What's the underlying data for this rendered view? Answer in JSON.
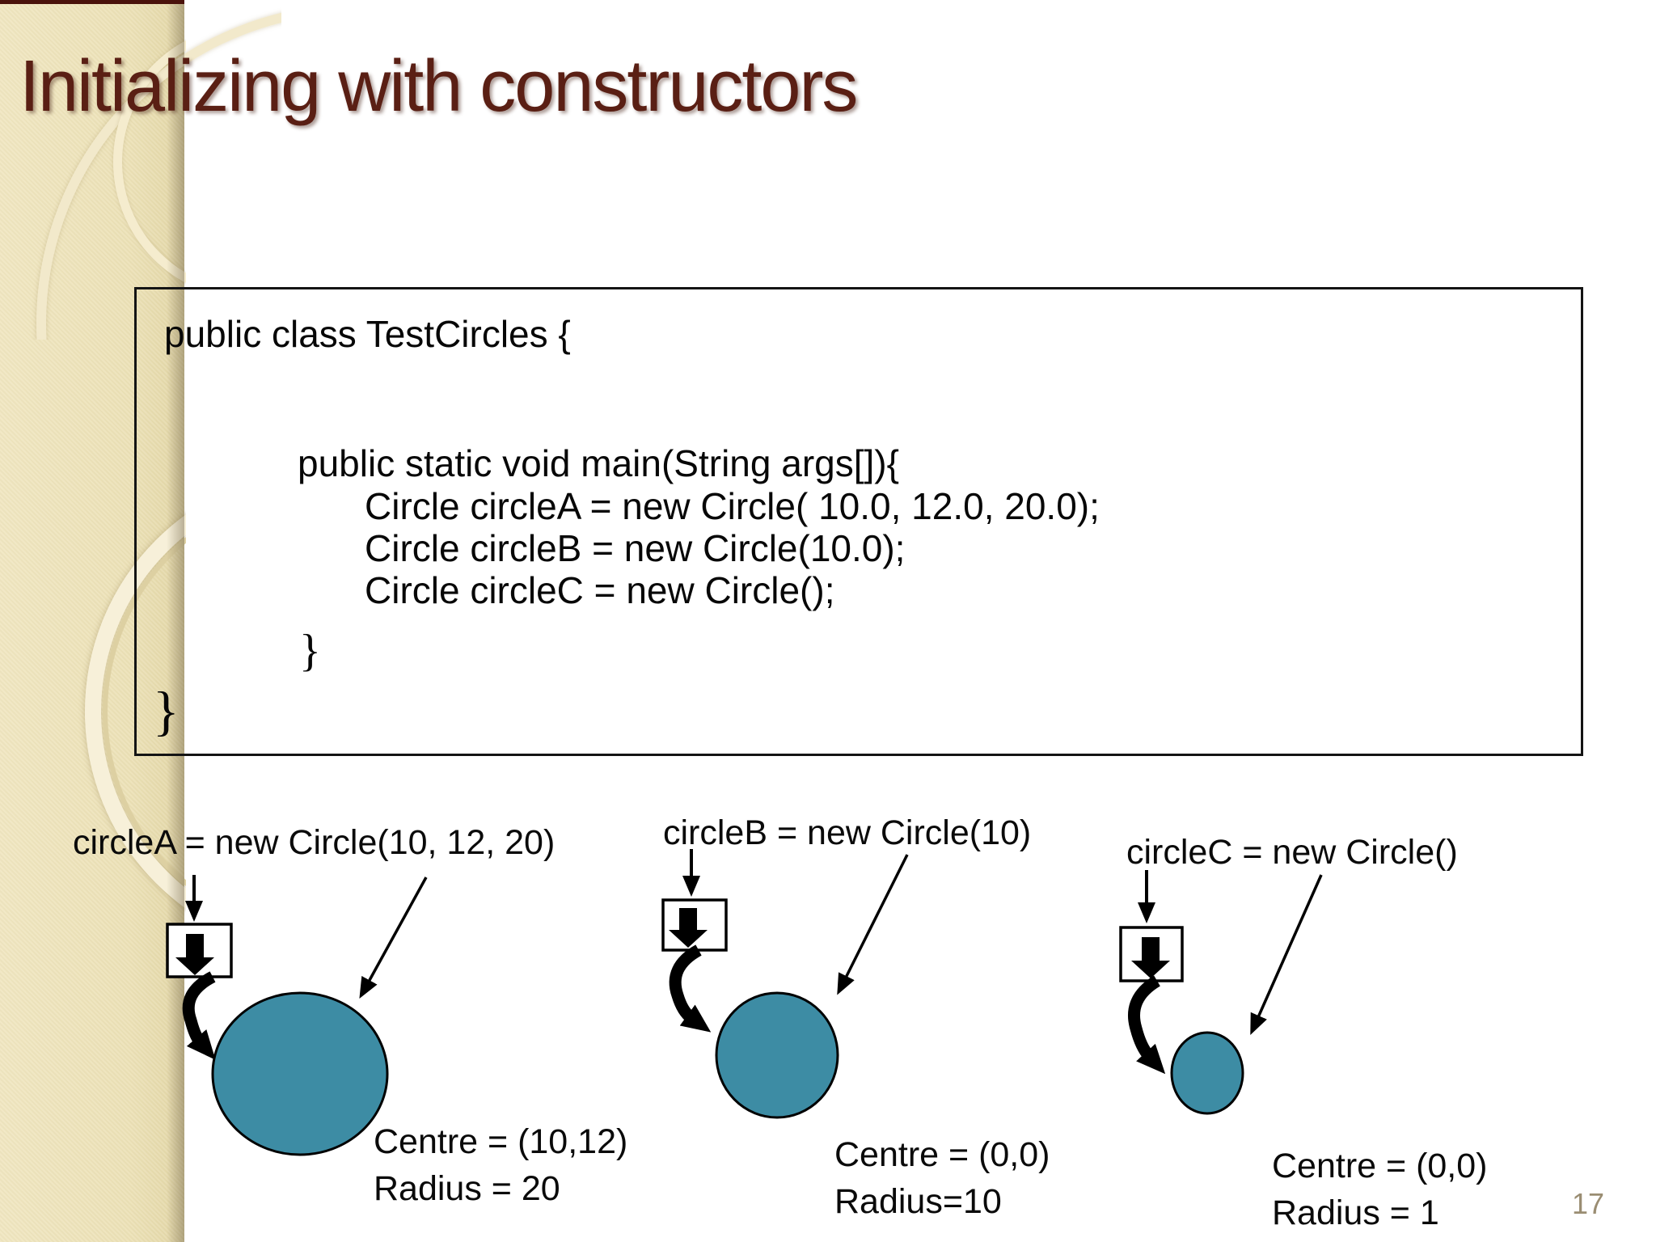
{
  "slide": {
    "title": "Initializing with constructors",
    "page_number": "17"
  },
  "code_box": {
    "lines": {
      "l1": "public class TestCircles {",
      "l2": "public static void main(String args[]){",
      "l3": "Circle circleA = new Circle( 10.0, 12.0, 20.0);",
      "l4": "Circle circleB = new Circle(10.0);",
      "l5": "Circle circleC = new Circle();",
      "l6": "}",
      "l7": "}"
    }
  },
  "diagrams": {
    "a": {
      "label": "circleA = new Circle(10, 12, 20)",
      "caption_line1": "Centre = (10,12)",
      "caption_line2": "Radius = 20"
    },
    "b": {
      "label": "circleB = new Circle(10)",
      "caption_line1": "Centre = (0,0)",
      "caption_line2": "Radius=10"
    },
    "c": {
      "label": "circleC = new Circle()",
      "caption_line1": "Centre = (0,0)",
      "caption_line2": "Radius = 1"
    }
  },
  "colors": {
    "title_text": "#5a1f14",
    "top_accent_bar": "#4a120b",
    "sidebar_beige": "#ece1b6",
    "object_circle_fill": "#3d8ca4",
    "page_number": "#9a8d72",
    "code_text": "#070707"
  }
}
